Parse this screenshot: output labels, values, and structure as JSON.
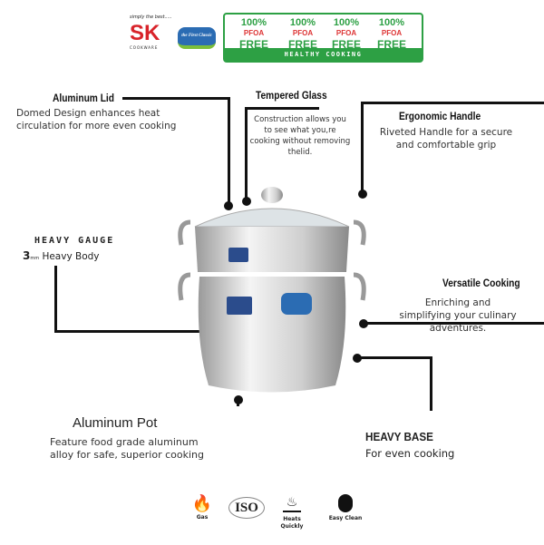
{
  "brand": {
    "tagline": "simply the best.....",
    "logo": "SK",
    "sub": "COOKWARE",
    "partner": "the First Classic"
  },
  "badge": {
    "items": [
      {
        "pct": "100%",
        "what": "PFOA",
        "free": "FREE"
      },
      {
        "pct": "100%",
        "what": "PFOA",
        "free": "FREE"
      },
      {
        "pct": "100%",
        "what": "PFOA",
        "free": "FREE"
      },
      {
        "pct": "100%",
        "what": "PFOA",
        "free": "FREE"
      }
    ],
    "footer": "HEALTHY COOKING",
    "color": "#2da044"
  },
  "features": {
    "lid": {
      "title": "Aluminum Lid",
      "text": "Domed Design enhances heat circulation for more even cooking"
    },
    "glass": {
      "title": "Tempered Glass",
      "text": "Construction allows you to see what you,re cooking without removing thelid."
    },
    "handle": {
      "title": "Ergonomic Handle",
      "text": "Riveted  Handle for a secure and comfortable grip"
    },
    "gauge": {
      "title": "HEAVY GAUGE",
      "num": "3",
      "unit": "mm",
      "text": "Heavy Body"
    },
    "versatile": {
      "title": "Versatile Cooking",
      "text": "Enriching and simplifying your culinary adventures."
    },
    "pot": {
      "title": "Aluminum Pot",
      "text": "Feature food grade aluminum alloy for safe, superior cooking"
    },
    "base": {
      "title": "HEAVY BASE",
      "text": "For even cooking"
    }
  },
  "icons": [
    {
      "icon": "flame-icon",
      "label": "Gas"
    },
    {
      "icon": "iso-icon",
      "label": "ISO"
    },
    {
      "icon": "heat-icon",
      "label": "Heats Quickly"
    },
    {
      "icon": "clean-icon",
      "label": "Easy Clean"
    }
  ]
}
